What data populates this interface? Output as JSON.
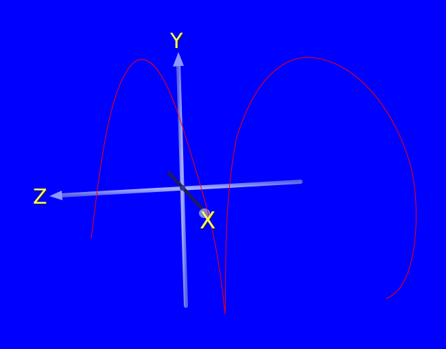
{
  "scene": {
    "background_color": "#0000ff",
    "axes": {
      "x": {
        "label": "X",
        "color": "#1a1a66"
      },
      "y": {
        "label": "Y",
        "color": "#7f8cff"
      },
      "z": {
        "label": "Z",
        "color": "#7f8cff"
      }
    },
    "label_color": "#ffff66",
    "curve_color": "#ff0000"
  }
}
